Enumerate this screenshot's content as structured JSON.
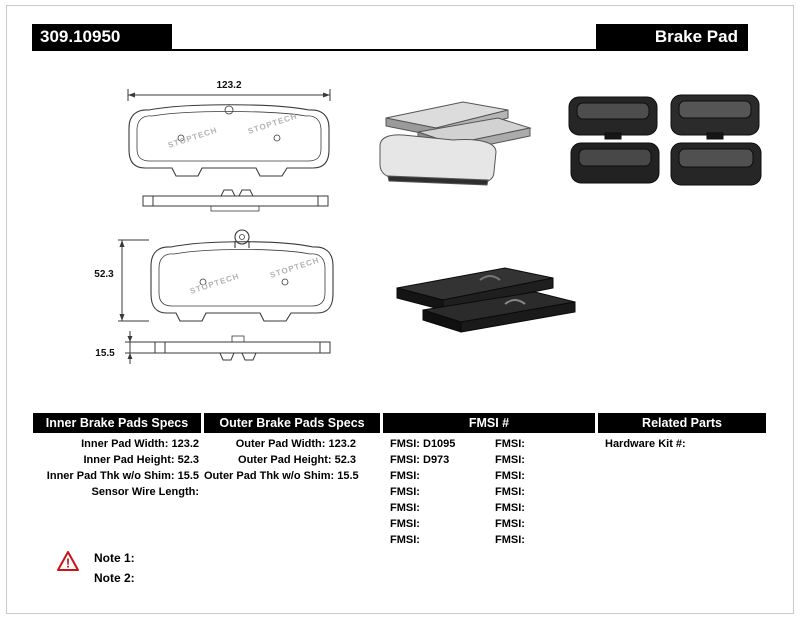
{
  "page": {
    "part_number": "309.10950",
    "product_type": "Brake Pad"
  },
  "drawing": {
    "width_dim": "123.2",
    "height_dim": "52.3",
    "thickness_dim": "15.5",
    "watermark": "STOPTECH"
  },
  "tables": {
    "inner": {
      "header": "Inner Brake Pads Specs",
      "rows": [
        "Inner Pad Width: 123.2",
        "Inner Pad Height: 52.3",
        "Inner Pad Thk w/o Shim: 15.5",
        "Sensor Wire Length:"
      ]
    },
    "outer": {
      "header": "Outer Brake Pads Specs",
      "rows": [
        "Outer Pad Width: 123.2",
        "Outer Pad Height: 52.3",
        "Outer Pad Thk w/o Shim: 15.5"
      ]
    },
    "fmsi": {
      "header": "FMSI #",
      "left": [
        "FMSI: D1095",
        "FMSI: D973",
        "FMSI:",
        "FMSI:",
        "FMSI:",
        "FMSI:",
        "FMSI:"
      ],
      "right": [
        "FMSI:",
        "FMSI:",
        "FMSI:",
        "FMSI:",
        "FMSI:",
        "FMSI:",
        "FMSI:"
      ]
    },
    "related": {
      "header": "Related Parts",
      "rows": [
        "Hardware Kit #:"
      ]
    }
  },
  "notes": {
    "warning_glyph": "!",
    "note1": "Note 1:",
    "note2": "Note 2:"
  },
  "colors": {
    "header_bg": "#000000",
    "header_text": "#ffffff",
    "warning_red": "#cc1212",
    "line_art": "#3a3a3a"
  }
}
